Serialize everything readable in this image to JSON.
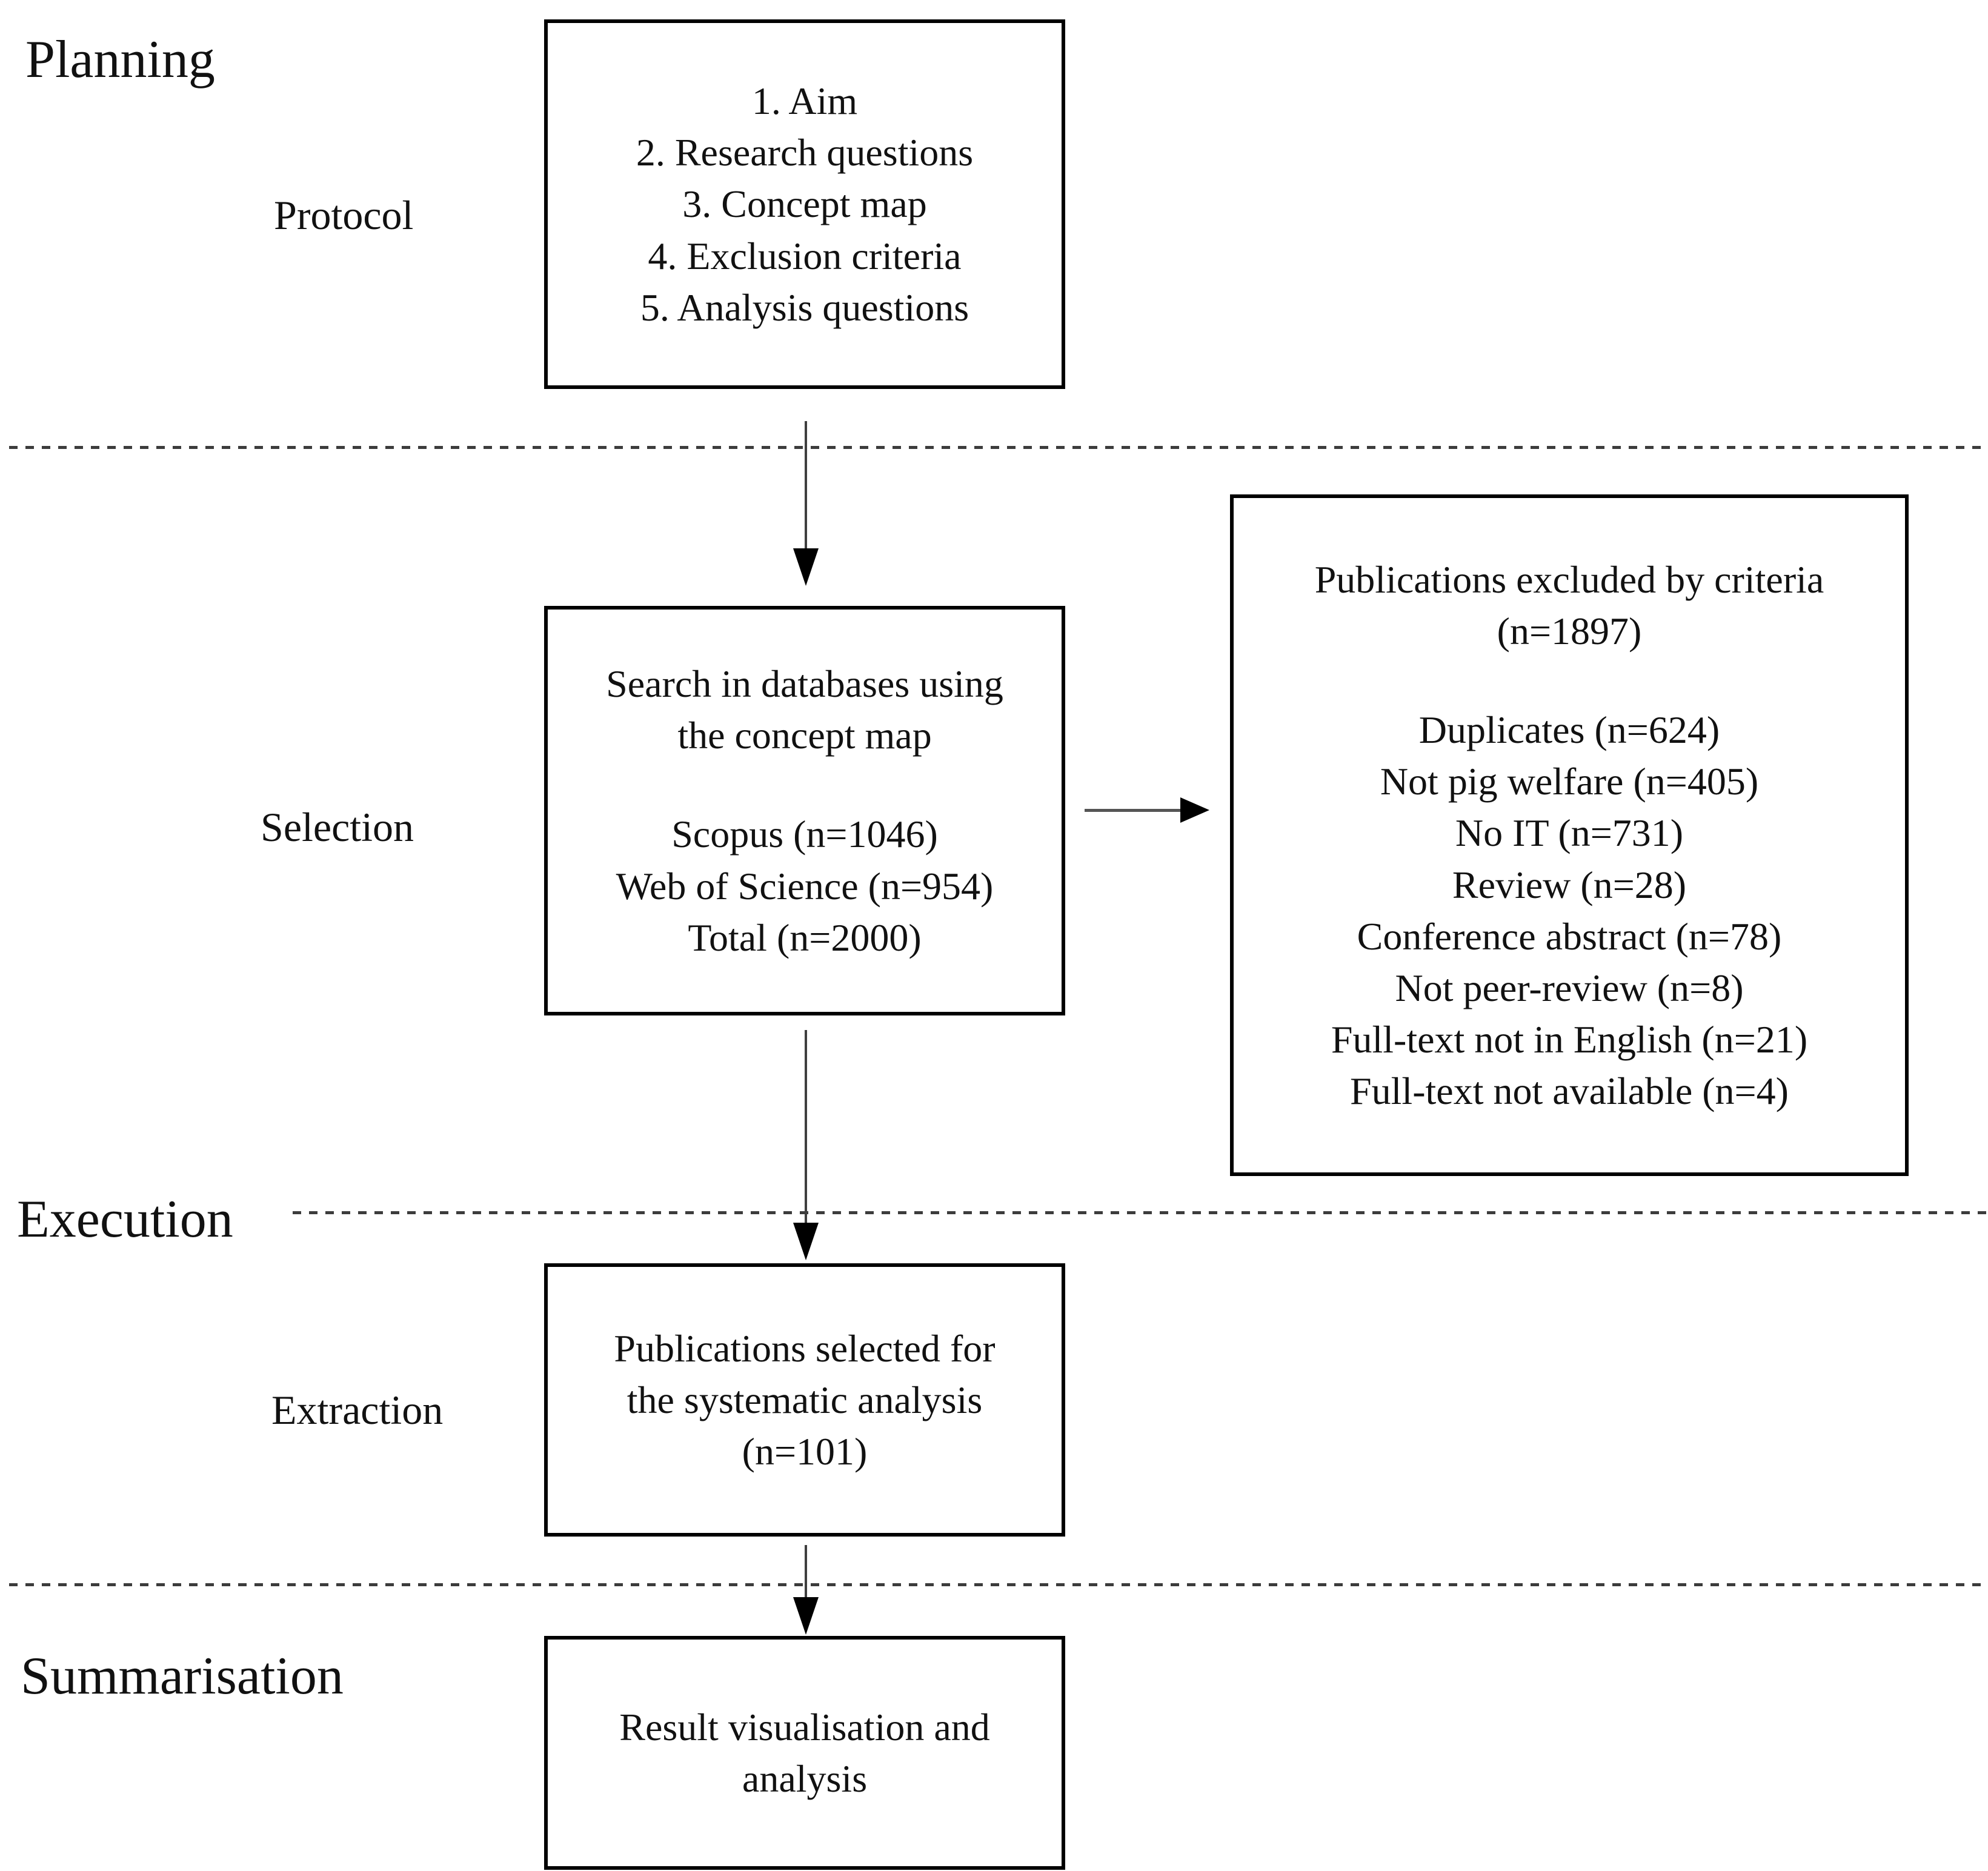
{
  "figure": {
    "background": "#ffffff",
    "box_border_color": "#000000",
    "text_color": "#111111",
    "dashed_line_color": "#3c3c3c"
  },
  "phase_labels": {
    "planning": "Planning",
    "execution": "Execution",
    "summarisation": "Summarisation"
  },
  "stage_labels": {
    "protocol": "Protocol",
    "selection": "Selection",
    "extraction": "Extraction"
  },
  "protocol_box": {
    "items": [
      "1. Aim",
      "2. Research questions",
      "3. Concept map",
      "4. Exclusion criteria",
      "5. Analysis questions"
    ]
  },
  "search_box": {
    "title": [
      "Search in databases using",
      "the concept map"
    ],
    "results": [
      "Scopus (n=1046)",
      "Web of Science (n=954)",
      "Total (n=2000)"
    ]
  },
  "excluded_box": {
    "title": [
      "Publications excluded by criteria",
      "(n=1897)"
    ],
    "reasons": [
      "Duplicates (n=624)",
      "Not pig welfare (n=405)",
      "No IT (n=731)",
      "Review (n=28)",
      "Conference abstract (n=78)",
      "Not peer-review (n=8)",
      "Full-text not in English (n=21)",
      "Full-text not available (n=4)"
    ]
  },
  "extraction_box": {
    "lines": [
      "Publications selected for",
      "the systematic analysis",
      "(n=101)"
    ]
  },
  "summarisation_box": {
    "lines": [
      "Result visualisation and",
      "analysis"
    ]
  }
}
